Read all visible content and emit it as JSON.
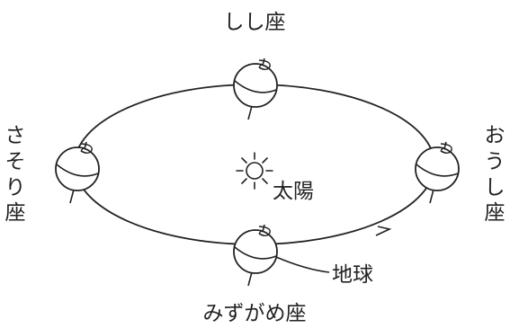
{
  "labels": {
    "top": "しし座",
    "bottom": "みずがめ座",
    "left": [
      "さ",
      "そ",
      "り",
      "座"
    ],
    "right": [
      "お",
      "う",
      "し",
      "座"
    ],
    "sun": "太陽",
    "earth": "地球"
  },
  "colors": {
    "line": "#222222",
    "background": "#ffffff"
  }
}
